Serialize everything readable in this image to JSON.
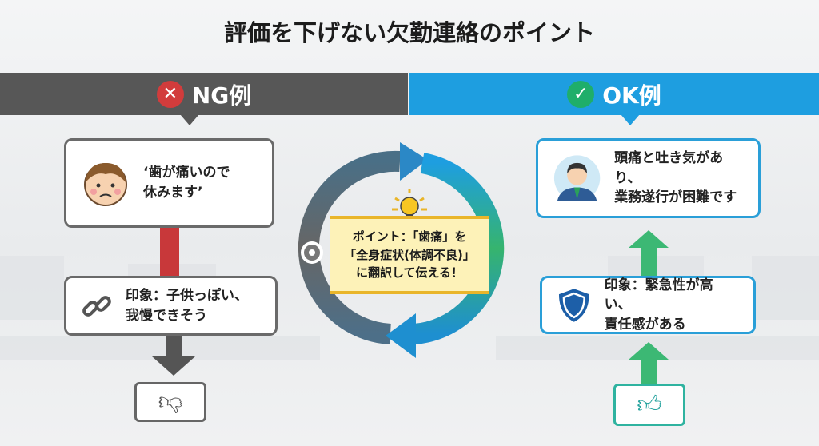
{
  "title": "評価を下げない欠勤連絡のポイント",
  "ng": {
    "header_icon": "x-circle-icon",
    "header_label": "NG例",
    "message_line1": "‘歯が痛いので",
    "message_line2": "休みます’",
    "impression_line1": "印象：子供っぽい、",
    "impression_line2": "我慢できそう",
    "result_icon": "thumbs-down-icon",
    "color": "#575757"
  },
  "ok": {
    "header_icon": "check-circle-icon",
    "header_label": "OK例",
    "message_line1": "頭痛と吐き気があり、",
    "message_line2": "業務遂行が困難です",
    "impression_line1": "印象：緊急性が高い、",
    "impression_line2": "責任感がある",
    "result_icon": "thumbs-up-icon",
    "color": "#1e9ee0"
  },
  "point": {
    "line1": "ポイント：「歯痛」を",
    "line2": "「全身症状(体調不良)」",
    "line3": "に翻訳して伝える！"
  }
}
